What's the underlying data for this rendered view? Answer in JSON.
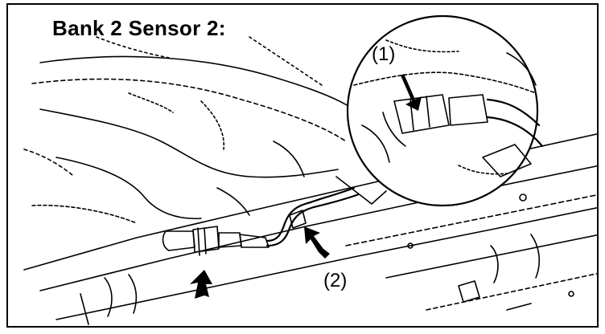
{
  "title": "Bank 2 Sensor 2:",
  "callouts": {
    "one": "(1)",
    "two": "(2)"
  },
  "icons": [
    "arrow-icon",
    "arrow-icon",
    "arrow-icon"
  ]
}
